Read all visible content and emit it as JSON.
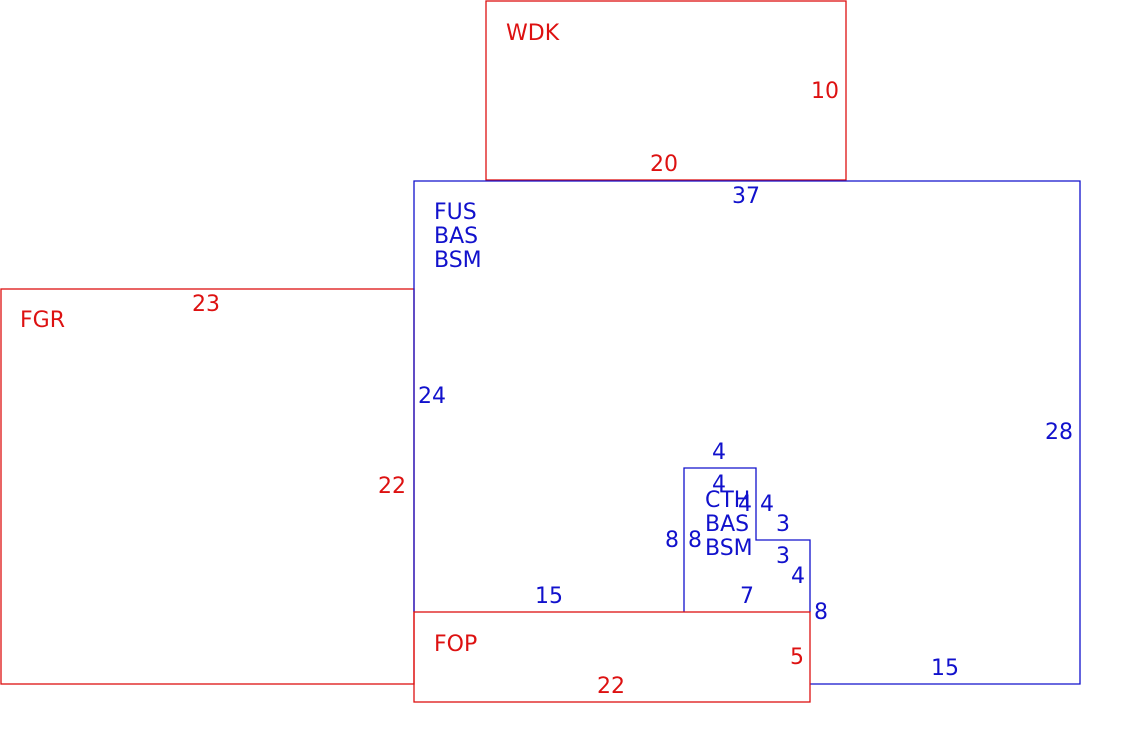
{
  "colors": {
    "red": "#dd1111",
    "blue": "#1111cc"
  },
  "areas": {
    "wdk": {
      "name": "WDK",
      "width": "20",
      "depth": "10"
    },
    "fus": {
      "lines": [
        "FUS",
        "BAS",
        "BSM"
      ],
      "top": "37",
      "left": "24",
      "right": "28",
      "bottom_left": "15",
      "bottom_right": "15"
    },
    "fgr": {
      "name": "FGR",
      "width": "23",
      "depth": "22"
    },
    "fop": {
      "name": "FOP",
      "width": "22",
      "depth": "5"
    },
    "cth": {
      "lines": [
        "CTH",
        "BAS",
        "BSM"
      ],
      "outer_top": "4",
      "inner_top": "4",
      "outer_left": "8",
      "inner_left": "8",
      "step_a": "4",
      "step_b": "4",
      "step_c": "3",
      "step_d": "3",
      "right_inner": "4",
      "right_outer": "8",
      "bottom": "7"
    }
  }
}
